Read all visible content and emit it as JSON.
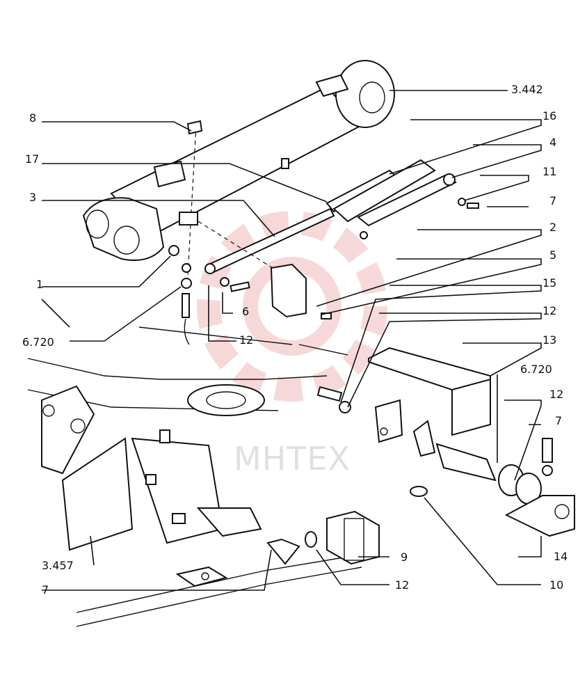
{
  "watermark": {
    "text": "МНТЕХ",
    "gear_color": "#f4c3c3"
  },
  "callouts": {
    "c3_442": "3.442",
    "c8": "8",
    "c16": "16",
    "c17": "17",
    "c4": "4",
    "c11": "11",
    "c3": "3",
    "c7_r": "7",
    "c2": "2",
    "c5": "5",
    "c1": "1",
    "c15": "15",
    "c6": "6",
    "c12_r": "12",
    "c6_720_l": "6.720",
    "c12_m": "12",
    "c13": "13",
    "c6_720_r": "6.720",
    "c12_rr": "12",
    "c7_rr": "7",
    "c3_457": "3.457",
    "c9": "9",
    "c14": "14",
    "c7_b": "7",
    "c12_b": "12",
    "c10": "10"
  }
}
